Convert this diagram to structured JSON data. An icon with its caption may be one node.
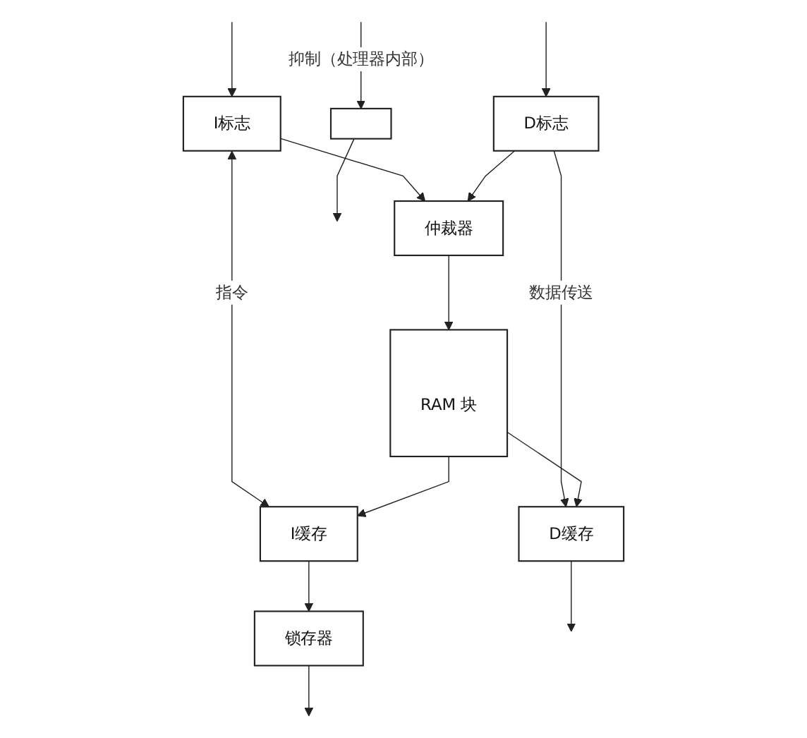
{
  "diagram": {
    "nodes": [
      {
        "text": [
          "I标志"
        ]
      },
      {
        "text": [
          "D标志"
        ]
      },
      {
        "text": [
          "仲裁器"
        ]
      },
      {
        "text": [
          "RAM 块"
        ]
      },
      {
        "text": [
          "I缓存"
        ]
      },
      {
        "text": [
          "D缓存"
        ]
      },
      {
        "text": [],
        "shape": "box"
      },
      {
        "text": [
          "锁存器"
        ]
      }
    ],
    "edges": [
      {
        "from": null,
        "to": 6,
        "arrow": "to",
        "label": "抑制（处理器内部）"
      },
      {
        "from": null,
        "to": 0,
        "arrow": "to"
      },
      {
        "from": null,
        "to": 1,
        "arrow": "to"
      },
      {
        "from": 0,
        "to": 2,
        "arrow": "to"
      },
      {
        "from": 1,
        "to": 2,
        "arrow": "to"
      },
      {
        "from": 0,
        "to": 4,
        "arrow": "both",
        "label": "指令"
      },
      {
        "from": 2,
        "to": 3,
        "arrow": "to"
      },
      {
        "from": 1,
        "to": 5,
        "arrow": "to",
        "label": "数据传送"
      },
      {
        "from": 3,
        "to": 4,
        "arrow": "to"
      },
      {
        "from": 3,
        "to": 5,
        "arrow": "to"
      },
      {
        "from": 4,
        "to": 7,
        "arrow": "to"
      },
      {
        "from": 6,
        "to": null,
        "arrow": "to"
      },
      {
        "from": 7,
        "to": null,
        "arrow": "to"
      },
      {
        "from": 5,
        "to": null,
        "arrow": "to"
      }
    ]
  }
}
